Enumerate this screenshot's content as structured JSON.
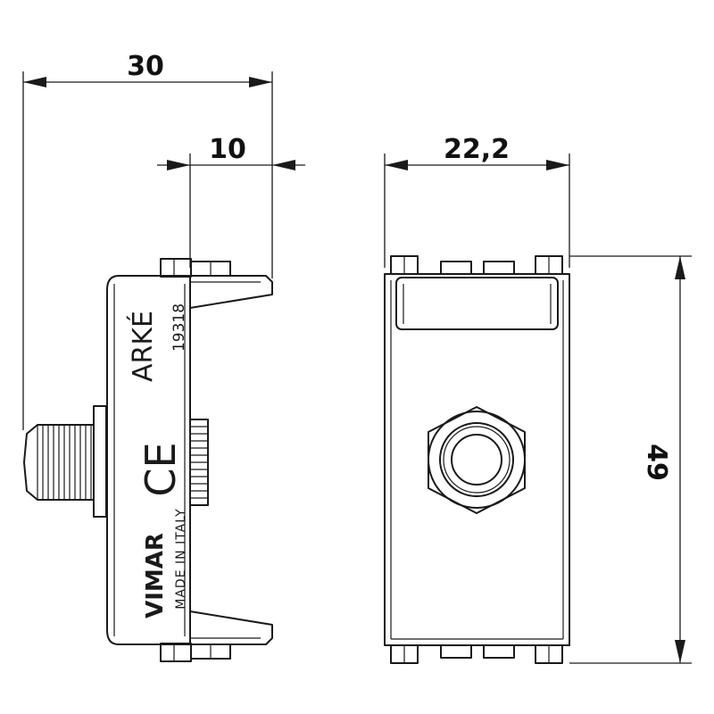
{
  "dimensions": {
    "overall_depth": "30",
    "front_depth": "10",
    "width": "22,2",
    "height": "49"
  },
  "markings": {
    "series": "ARKÉ",
    "code": "19318",
    "certification": "CE",
    "brand": "VIMAR",
    "origin": "MADE IN ITALY"
  }
}
